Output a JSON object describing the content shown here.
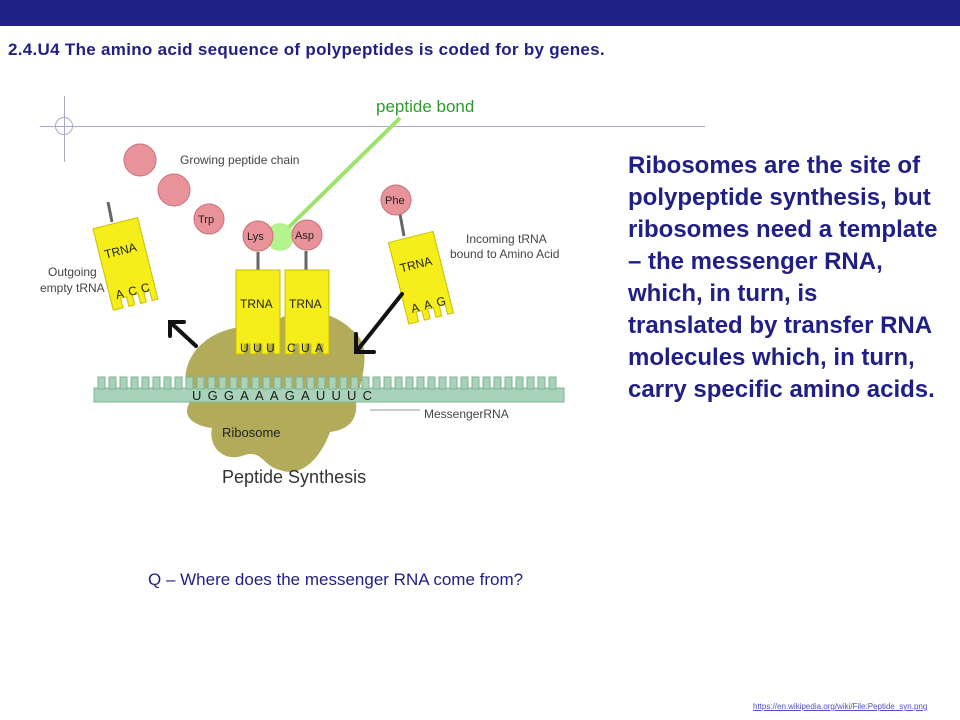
{
  "header": {
    "title": "2.4.U4 The amino acid sequence of polypeptides is coded for by genes."
  },
  "diagram": {
    "peptide_bond_label": "peptide bond",
    "growing_chain_label": "Growing peptide chain",
    "outgoing_label_1": "Outgoing",
    "outgoing_label_2": "empty tRNA",
    "incoming_label_1": "Incoming  tRNA",
    "incoming_label_2": "bound to Amino Acid",
    "amino_acids": {
      "trp": "Trp",
      "lys": "Lys",
      "asp": "Asp",
      "phe": "Phe"
    },
    "trna_label": "TRNA",
    "anticodons": {
      "outgoing": [
        "A",
        "C",
        "C"
      ],
      "lys": [
        "U",
        "U",
        "U"
      ],
      "asp": [
        "C",
        "U",
        "A"
      ],
      "incoming": [
        "A",
        "A",
        "G"
      ]
    },
    "mrna_sequence": "UGGAAAGAUUUC",
    "mrna_label": "MessengerRNA",
    "ribosome_label": "Ribosome",
    "caption": "Peptide Synthesis"
  },
  "body": {
    "text": "Ribosomes are the site of polypeptide synthesis, but ribosomes need a template – the messenger RNA, which, in turn, is translated by transfer RNA molecules which, in turn, carry specific amino acids."
  },
  "question": "Q – Where does the messenger RNA come from?",
  "source": "https://en.wikipedia.org/wiki/File:Peptide_syn.png",
  "colors": {
    "title": "#1f1f85",
    "topbar": "#1f1f85",
    "peptide_bond": "#2e9a2e",
    "bead": "#e8939a",
    "trna": "#f5ee1a",
    "mrna": "#a9d3b8",
    "ribosome": "#b2ab5a"
  }
}
